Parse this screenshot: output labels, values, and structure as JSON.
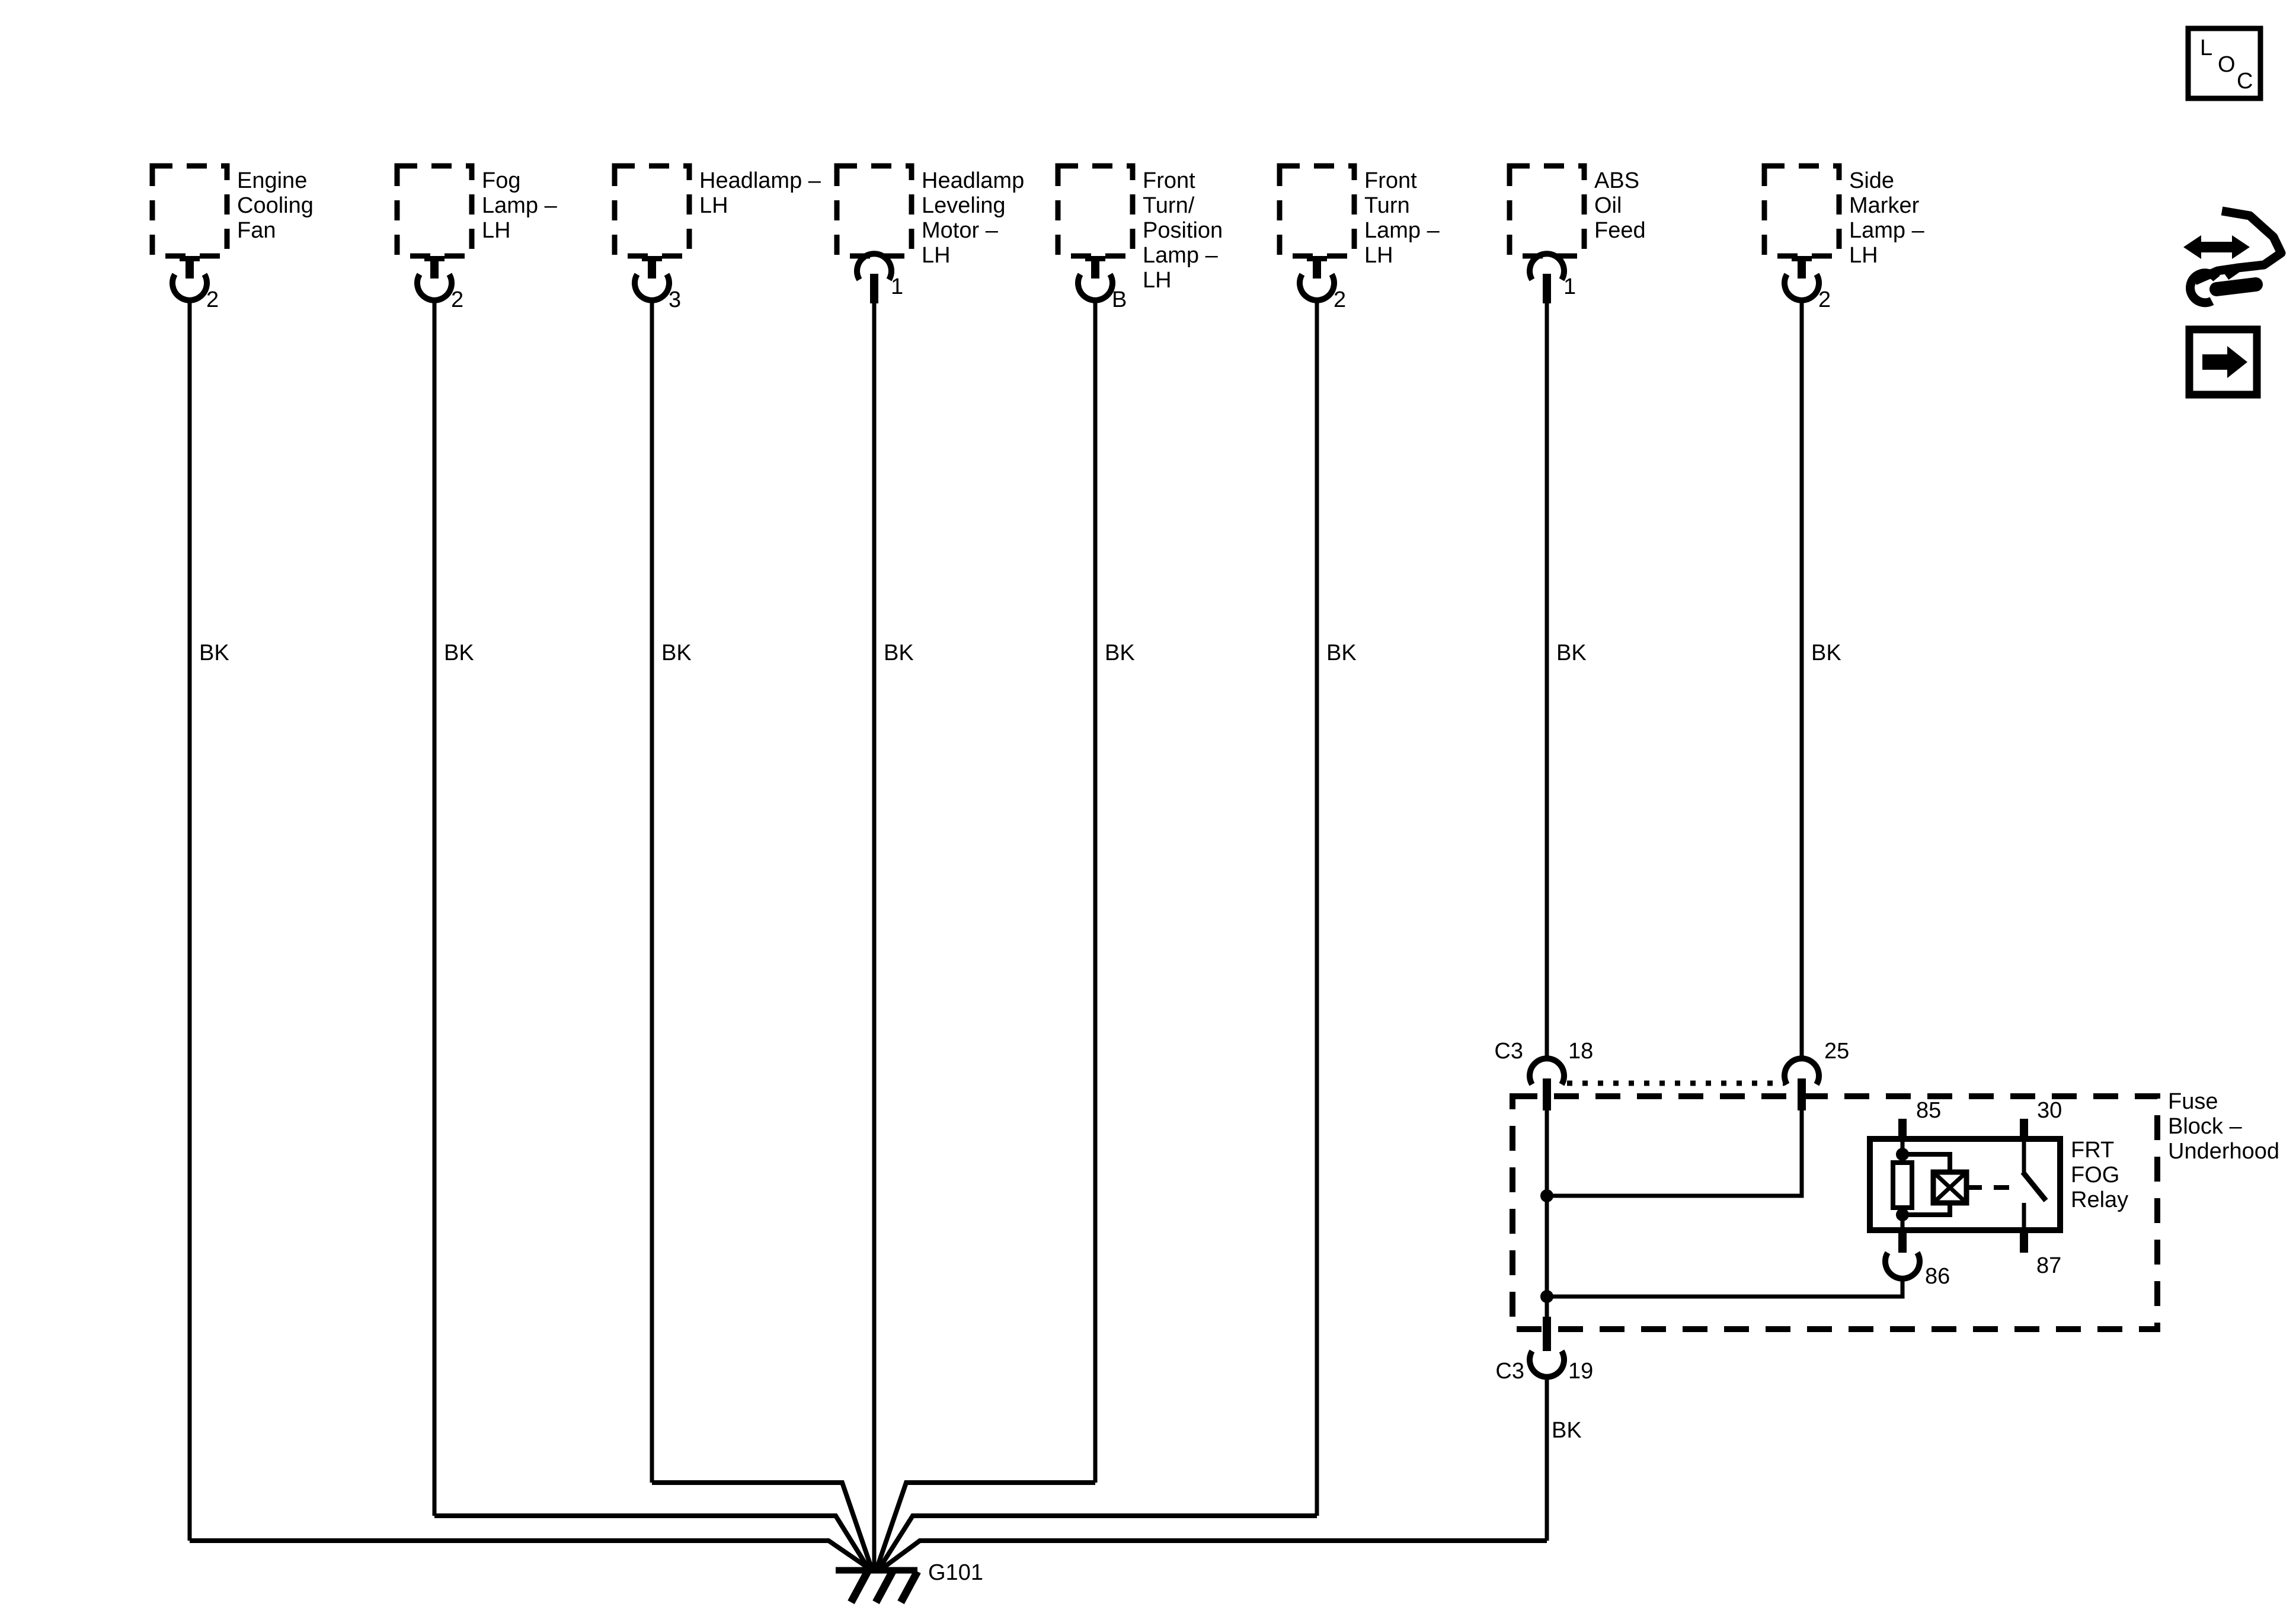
{
  "diagram": {
    "line_color": "#000000",
    "background": "#ffffff",
    "loc_badge": {
      "l": "L",
      "o": "O",
      "c": "C"
    },
    "components": [
      {
        "label": "Engine\nCooling\nFan",
        "pin": "2",
        "wire_color": "BK"
      },
      {
        "label": "Fog\nLamp –\nLH",
        "pin": "2",
        "wire_color": "BK"
      },
      {
        "label": "Headlamp –\nLH",
        "pin": "3",
        "wire_color": "BK"
      },
      {
        "label": "Headlamp\nLeveling\nMotor –\nLH",
        "pin": "1",
        "wire_color": "BK"
      },
      {
        "label": "Front\nTurn/\nPosition\nLamp –\nLH",
        "pin": "B",
        "wire_color": "BK"
      },
      {
        "label": "Front\nTurn\nLamp –\nLH",
        "pin": "2",
        "wire_color": "BK"
      },
      {
        "label": "ABS\nOil\nFeed",
        "pin": "1",
        "wire_color": "BK"
      },
      {
        "label": "Side\nMarker\nLamp –\nLH",
        "pin": "2",
        "wire_color": "BK"
      }
    ],
    "fuse_block": {
      "label": "Fuse\nBlock –\nUnderhood",
      "entry": {
        "connector": "C3",
        "pin_left": "18",
        "pin_right": "25"
      },
      "exit": {
        "connector": "C3",
        "pin": "19",
        "wire_color": "BK"
      },
      "relay": {
        "label": "FRT\nFOG\nRelay",
        "pin_top_left": "85",
        "pin_top_right": "30",
        "pin_bottom_left": "86",
        "pin_bottom_right": "87"
      }
    },
    "ground": {
      "label": "G101"
    }
  }
}
